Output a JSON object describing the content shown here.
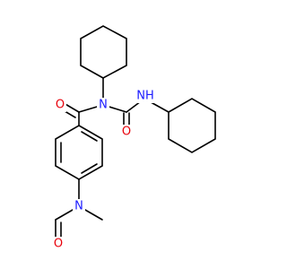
{
  "molecule": {
    "atoms": [
      {
        "id": "N1",
        "label": "N",
        "color": "#1a1aff"
      },
      {
        "id": "N2",
        "label": "NH",
        "color": "#1a1aff"
      },
      {
        "id": "N3",
        "label": "N",
        "color": "#1a1aff"
      },
      {
        "id": "O1",
        "label": "O",
        "color": "#e8000b"
      },
      {
        "id": "O2",
        "label": "O",
        "color": "#e8000b"
      },
      {
        "id": "O3",
        "label": "O",
        "color": "#e8000b"
      }
    ],
    "bond_color": "#000000"
  }
}
